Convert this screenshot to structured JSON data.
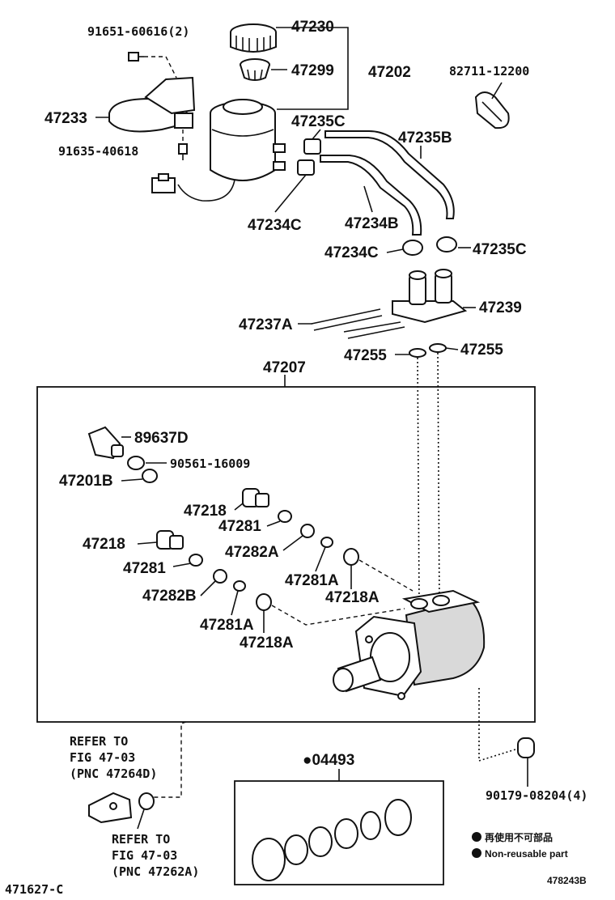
{
  "labels": {
    "p91651": "91651-60616(2)",
    "p47230": "47230",
    "p47299": "47299",
    "p47202": "47202",
    "p82711": "82711-12200",
    "p47233": "47233",
    "p47235C_top": "47235C",
    "p91635": "91635-40618",
    "p47235B": "47235B",
    "p47234C_left": "47234C",
    "p47234B": "47234B",
    "p47234C_mid": "47234C",
    "p47235C_mid": "47235C",
    "p47239": "47239",
    "p47237A": "47237A",
    "p47255_left": "47255",
    "p47255_right": "47255",
    "p47207": "47207",
    "p89637D": "89637D",
    "p90561": "90561-16009",
    "p47201B": "47201B",
    "p47218_a": "47218",
    "p47281_a": "47281",
    "p47218_b": "47218",
    "p47282A": "47282A",
    "p47281_b": "47281",
    "p47281A_a": "47281A",
    "p47282B": "47282B",
    "p47218A_a": "47218A",
    "p47281A_b": "47281A",
    "p47218A_b": "47218A",
    "p04493": "●04493",
    "p90179": "90179-08204(4)"
  },
  "refer1": {
    "line1": "REFER TO",
    "line2": "FIG 47-03",
    "line3": "(PNC 47264D)"
  },
  "refer2": {
    "line1": "REFER TO",
    "line2": "FIG 47-03",
    "line3": "(PNC 47262A)"
  },
  "legend": {
    "jp": "再使用不可部品",
    "en": "Non-reusable part"
  },
  "codes": {
    "left": "471627-C",
    "right": "478243B"
  }
}
